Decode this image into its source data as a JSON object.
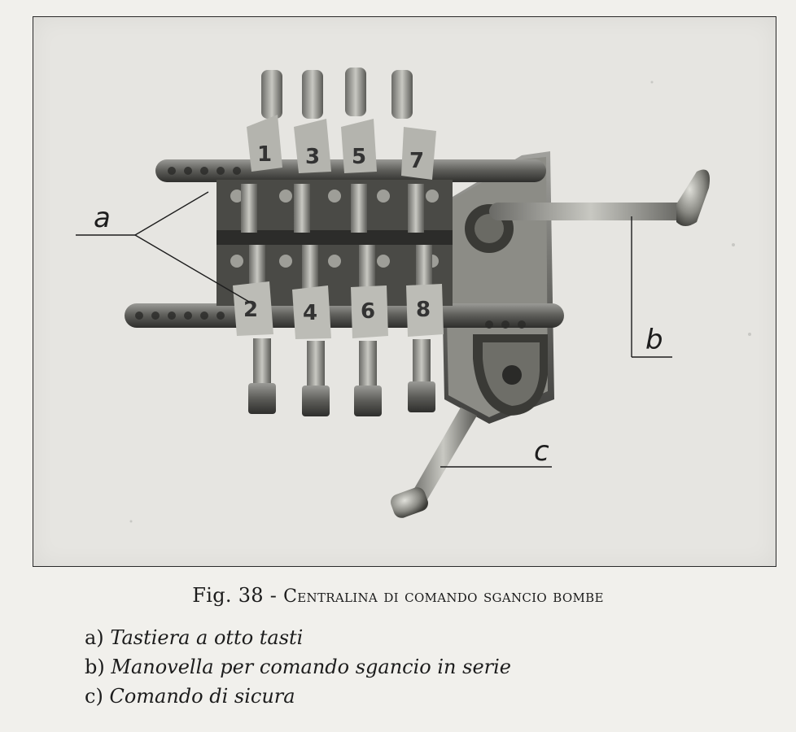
{
  "photo": {
    "callouts": {
      "a": "a",
      "b": "b",
      "c": "c"
    },
    "top_keys": [
      "1",
      "3",
      "5",
      "7"
    ],
    "bottom_keys": [
      "2",
      "4",
      "6",
      "8"
    ]
  },
  "caption": {
    "fig": "Fig. 38",
    "separator": " - ",
    "title": "Centralina di comando sgancio bombe"
  },
  "legend": [
    {
      "key": "a)",
      "text": "Tastiera a otto tasti"
    },
    {
      "key": "b)",
      "text": "Manovella per comando sgancio in serie"
    },
    {
      "key": "c)",
      "text": "Comando di sicura"
    }
  ]
}
